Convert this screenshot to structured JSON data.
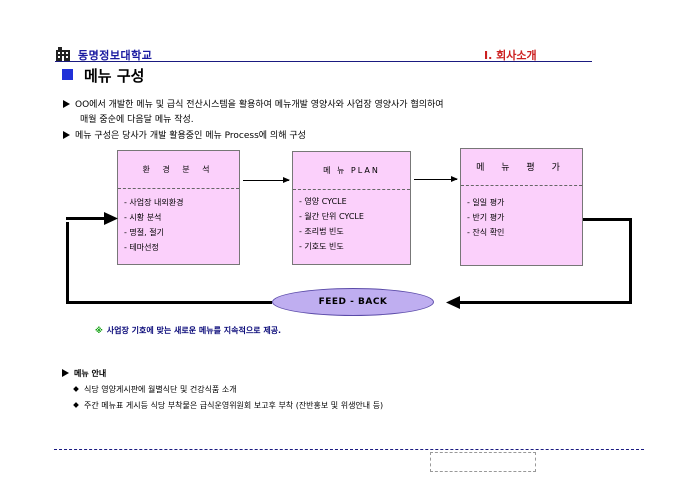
{
  "header": {
    "school_name": "동명정보대학교",
    "section_label": "Ⅰ. 회사소개",
    "logo_icon": "building-icon"
  },
  "title": "메뉴 구성",
  "intro": {
    "line1": "OO에서 개발한 메뉴 및 급식 전산시스템을 활용하여 메뉴개발 영양사와 사업장 영양사가 협의하여",
    "line2": "매월 중순에 다음달 메뉴 작성.",
    "line3": "메뉴 구성은 당사가 개발 활용중인 메뉴 Process에 의해 구성"
  },
  "process": {
    "boxes": [
      {
        "title": "환 경 분 석",
        "items": [
          "- 사업장 내외환경",
          "- 시황 분석",
          "- 명절, 절기",
          "- 테마선정"
        ]
      },
      {
        "title": "메 뉴 PLAN",
        "items": [
          "- 영양 CYCLE",
          "- 월간 단위 CYCLE",
          "- 조리법 빈도",
          "- 기호도 빈도"
        ]
      },
      {
        "title": "메 뉴 평 가",
        "items": [
          "- 일일 평가",
          "- 반기 평가",
          "- 잔식 확인"
        ]
      }
    ],
    "feedback_label": "FEED - BACK"
  },
  "note": {
    "mark": "※",
    "text": "사업장 기호에 맞는 새로운 메뉴를 지속적으로 제공."
  },
  "guide": {
    "heading": "메뉴 안내",
    "items": [
      "식당 영양게시판에 월별식단 및 건강식품 소개",
      "주간 메뉴표 게시등 식당 부착물은 급식운영위원회 보고후 부착 (잔반홍보 및 위생안내 등)"
    ]
  },
  "colors": {
    "box_fill": "#fbd0fb",
    "feedback_fill": "#bfaef0",
    "accent_blue": "#2030d8",
    "note_text": "#0b0b7a",
    "section_red": "#cc2020"
  }
}
